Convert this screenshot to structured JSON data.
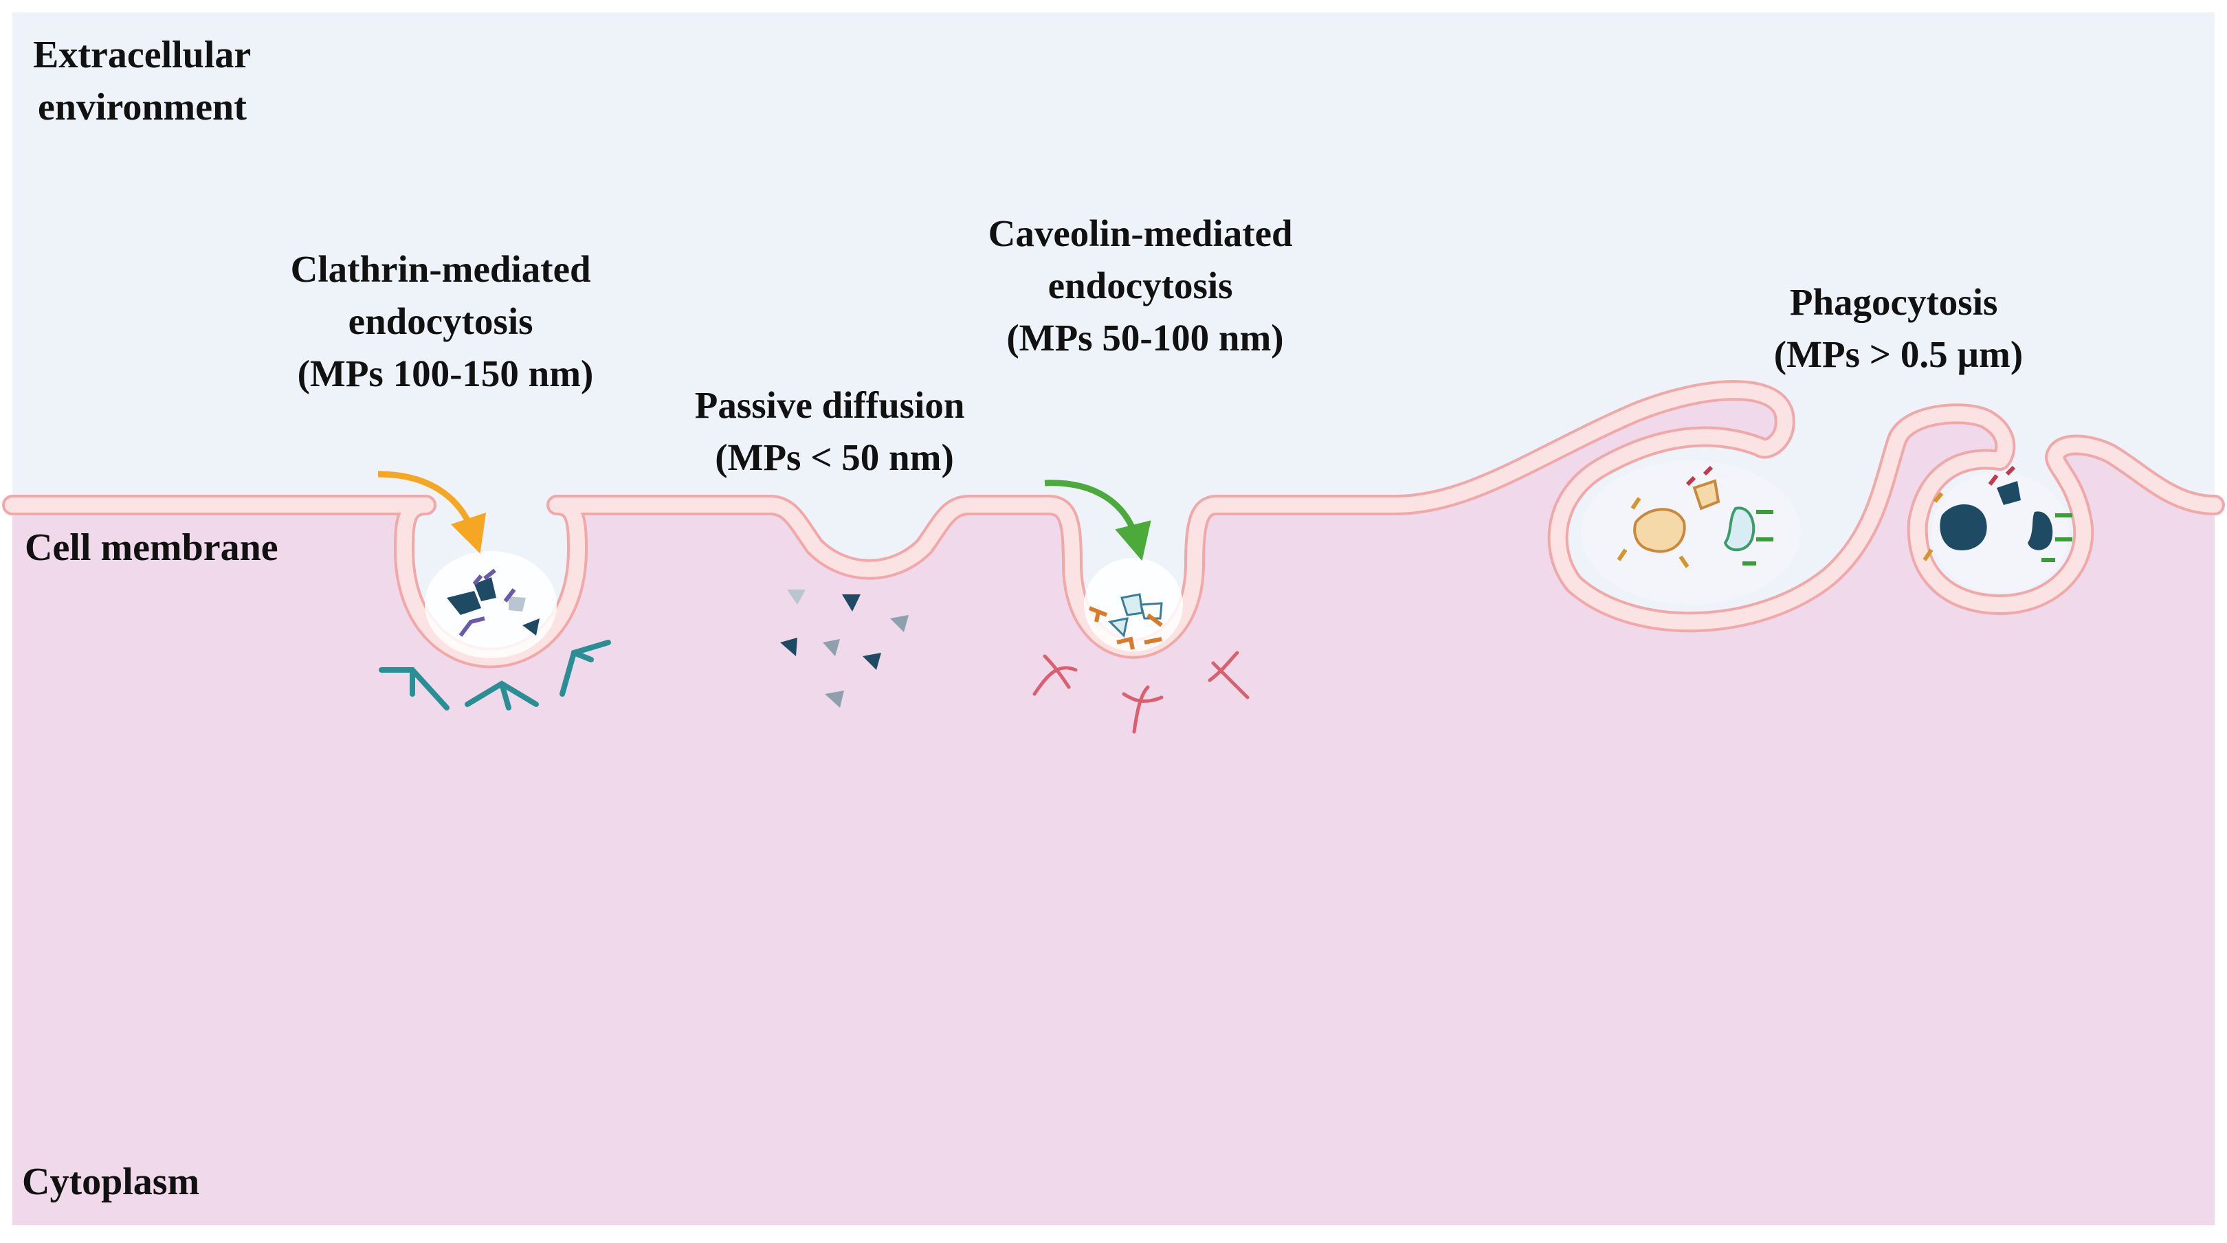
{
  "regions": {
    "extracellular_line1": "Extracellular",
    "extracellular_line2": "environment",
    "membrane": "Cell membrane",
    "cytoplasm": "Cytoplasm"
  },
  "pathways": {
    "clathrin": {
      "line1": "Clathrin-mediated",
      "line2": "endocytosis",
      "line3": "(MPs 100-150 nm)"
    },
    "passive": {
      "line1": "Passive diffusion",
      "line2": "(MPs < 50 nm)"
    },
    "caveolin": {
      "line1": "Caveolin-mediated",
      "line2": "endocytosis",
      "line3": "(MPs 50-100 nm)"
    },
    "phagocytosis": {
      "line1": "Phagocytosis",
      "line2": "(MPs > 0.5 µm)"
    }
  },
  "colors": {
    "extracellular": "#eef3fa",
    "cytoplasm": "#efd9ea",
    "membrane_fill": "#fbe3e3",
    "membrane_edge": "#f0a8a8",
    "clathrin_arrow": "#f5a623",
    "caveolin_arrow": "#4caa3a",
    "clathrin_coat": "#2a8f95",
    "caveolin_coat": "#d9606e",
    "particle_dark": "#1f4a63",
    "particle_gray": "#8ea0ad",
    "particle_beige": "#f6d9a8",
    "particle_light": "#d8ecf3"
  }
}
